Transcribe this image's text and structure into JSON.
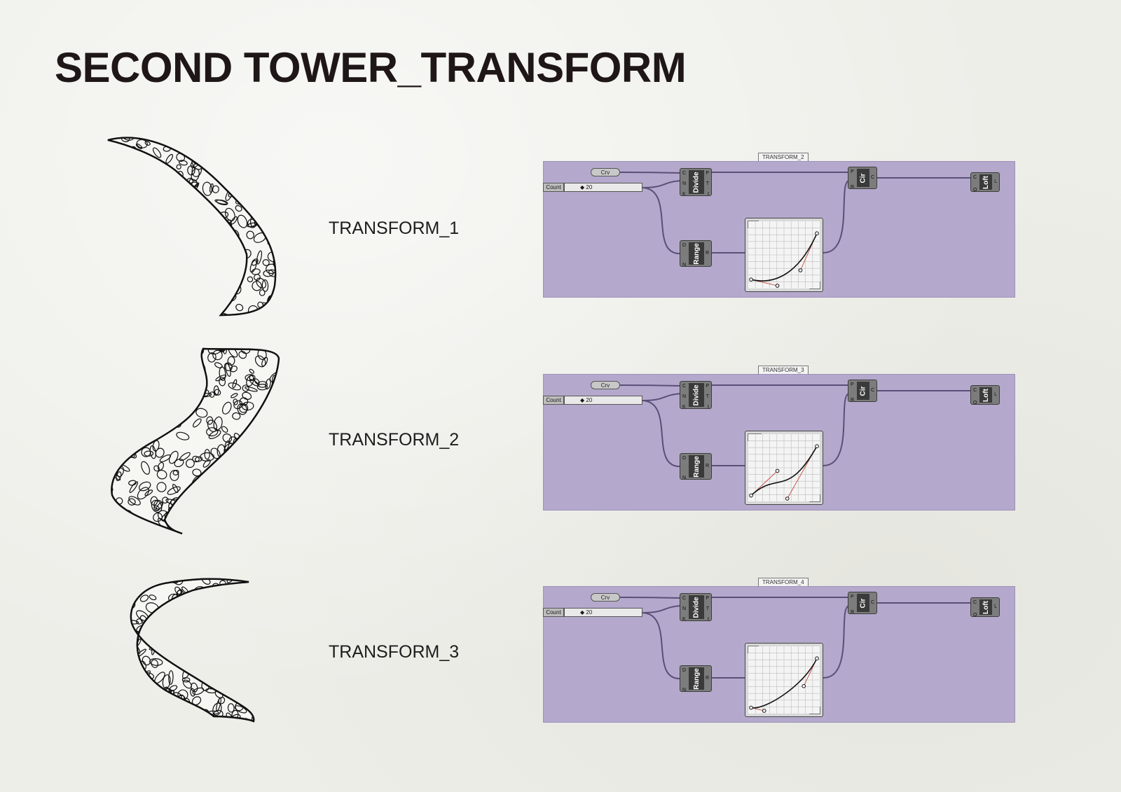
{
  "title": "SECOND TOWER_TRANSFORM",
  "colors": {
    "background": "#eeeee9",
    "canvas": "#b4a9cc",
    "wire": "#5b4f78",
    "node": "#7c7c7c",
    "node_core": "#3a3a3a",
    "curve_handle": "#c0392b"
  },
  "rows": [
    {
      "label": "TRANSFORM_1",
      "group_name": "TRANSFORM_2",
      "sketch_icon": "twisted-tower-sketch-1",
      "params": {
        "crv": "Crv",
        "count_label": "Count",
        "count_value": "◆ 20"
      },
      "components": {
        "divide": "Divide",
        "range": "Range",
        "circle": "Cir",
        "loft": "Loft"
      },
      "pins": {
        "divide_in": [
          "C",
          "N",
          "K"
        ],
        "divide_out": [
          "P",
          "T",
          "t"
        ],
        "range_in": [
          "D",
          "N"
        ],
        "range_out": [
          "R"
        ],
        "circle_in": [
          "P",
          "R"
        ],
        "circle_out": [
          "C"
        ],
        "loft_in": [
          "C",
          "O"
        ],
        "loft_out": [
          "L"
        ]
      },
      "graph": {
        "top_tag": "2:0",
        "bottom_tag": "0:1",
        "curve_points": [
          [
            0.0,
            0.1
          ],
          [
            0.4,
            0.0
          ],
          [
            0.75,
            0.25
          ],
          [
            1.0,
            0.85
          ]
        ]
      }
    },
    {
      "label": "TRANSFORM_2",
      "group_name": "TRANSFORM_3",
      "sketch_icon": "twisted-tower-sketch-2",
      "params": {
        "crv": "Crv",
        "count_label": "Count",
        "count_value": "◆ 20"
      },
      "components": {
        "divide": "Divide",
        "range": "Range",
        "circle": "Cir",
        "loft": "Loft"
      },
      "pins": {
        "divide_in": [
          "C",
          "N",
          "K"
        ],
        "divide_out": [
          "P",
          "T",
          "t"
        ],
        "range_in": [
          "D",
          "N"
        ],
        "range_out": [
          "R"
        ],
        "circle_in": [
          "P",
          "R"
        ],
        "circle_out": [
          "C"
        ],
        "loft_in": [
          "C",
          "O"
        ],
        "loft_out": [
          "L"
        ]
      },
      "graph": {
        "top_tag": "2:10",
        "bottom_tag": "0:1",
        "curve_points": [
          [
            0.0,
            0.05
          ],
          [
            0.4,
            0.45
          ],
          [
            0.55,
            0.0
          ],
          [
            1.0,
            0.85
          ]
        ]
      }
    },
    {
      "label": "TRANSFORM_3",
      "group_name": "TRANSFORM_4",
      "sketch_icon": "twisted-tower-sketch-3",
      "params": {
        "crv": "Crv",
        "count_label": "Count",
        "count_value": "◆ 20"
      },
      "components": {
        "divide": "Divide",
        "range": "Range",
        "circle": "Cir",
        "loft": "Loft"
      },
      "pins": {
        "divide_in": [
          "C",
          "N",
          "K"
        ],
        "divide_out": [
          "P",
          "T",
          "t"
        ],
        "range_in": [
          "D",
          "N"
        ],
        "range_out": [
          "R"
        ],
        "circle_in": [
          "P",
          "R"
        ],
        "circle_out": [
          "C"
        ],
        "loft_in": [
          "C",
          "O"
        ],
        "loft_out": [
          "L"
        ]
      },
      "graph": {
        "top_tag": "2:0",
        "bottom_tag": "0:1",
        "curve_points": [
          [
            0.0,
            0.05
          ],
          [
            0.2,
            0.0
          ],
          [
            0.8,
            0.4
          ],
          [
            1.0,
            0.85
          ]
        ]
      }
    }
  ]
}
